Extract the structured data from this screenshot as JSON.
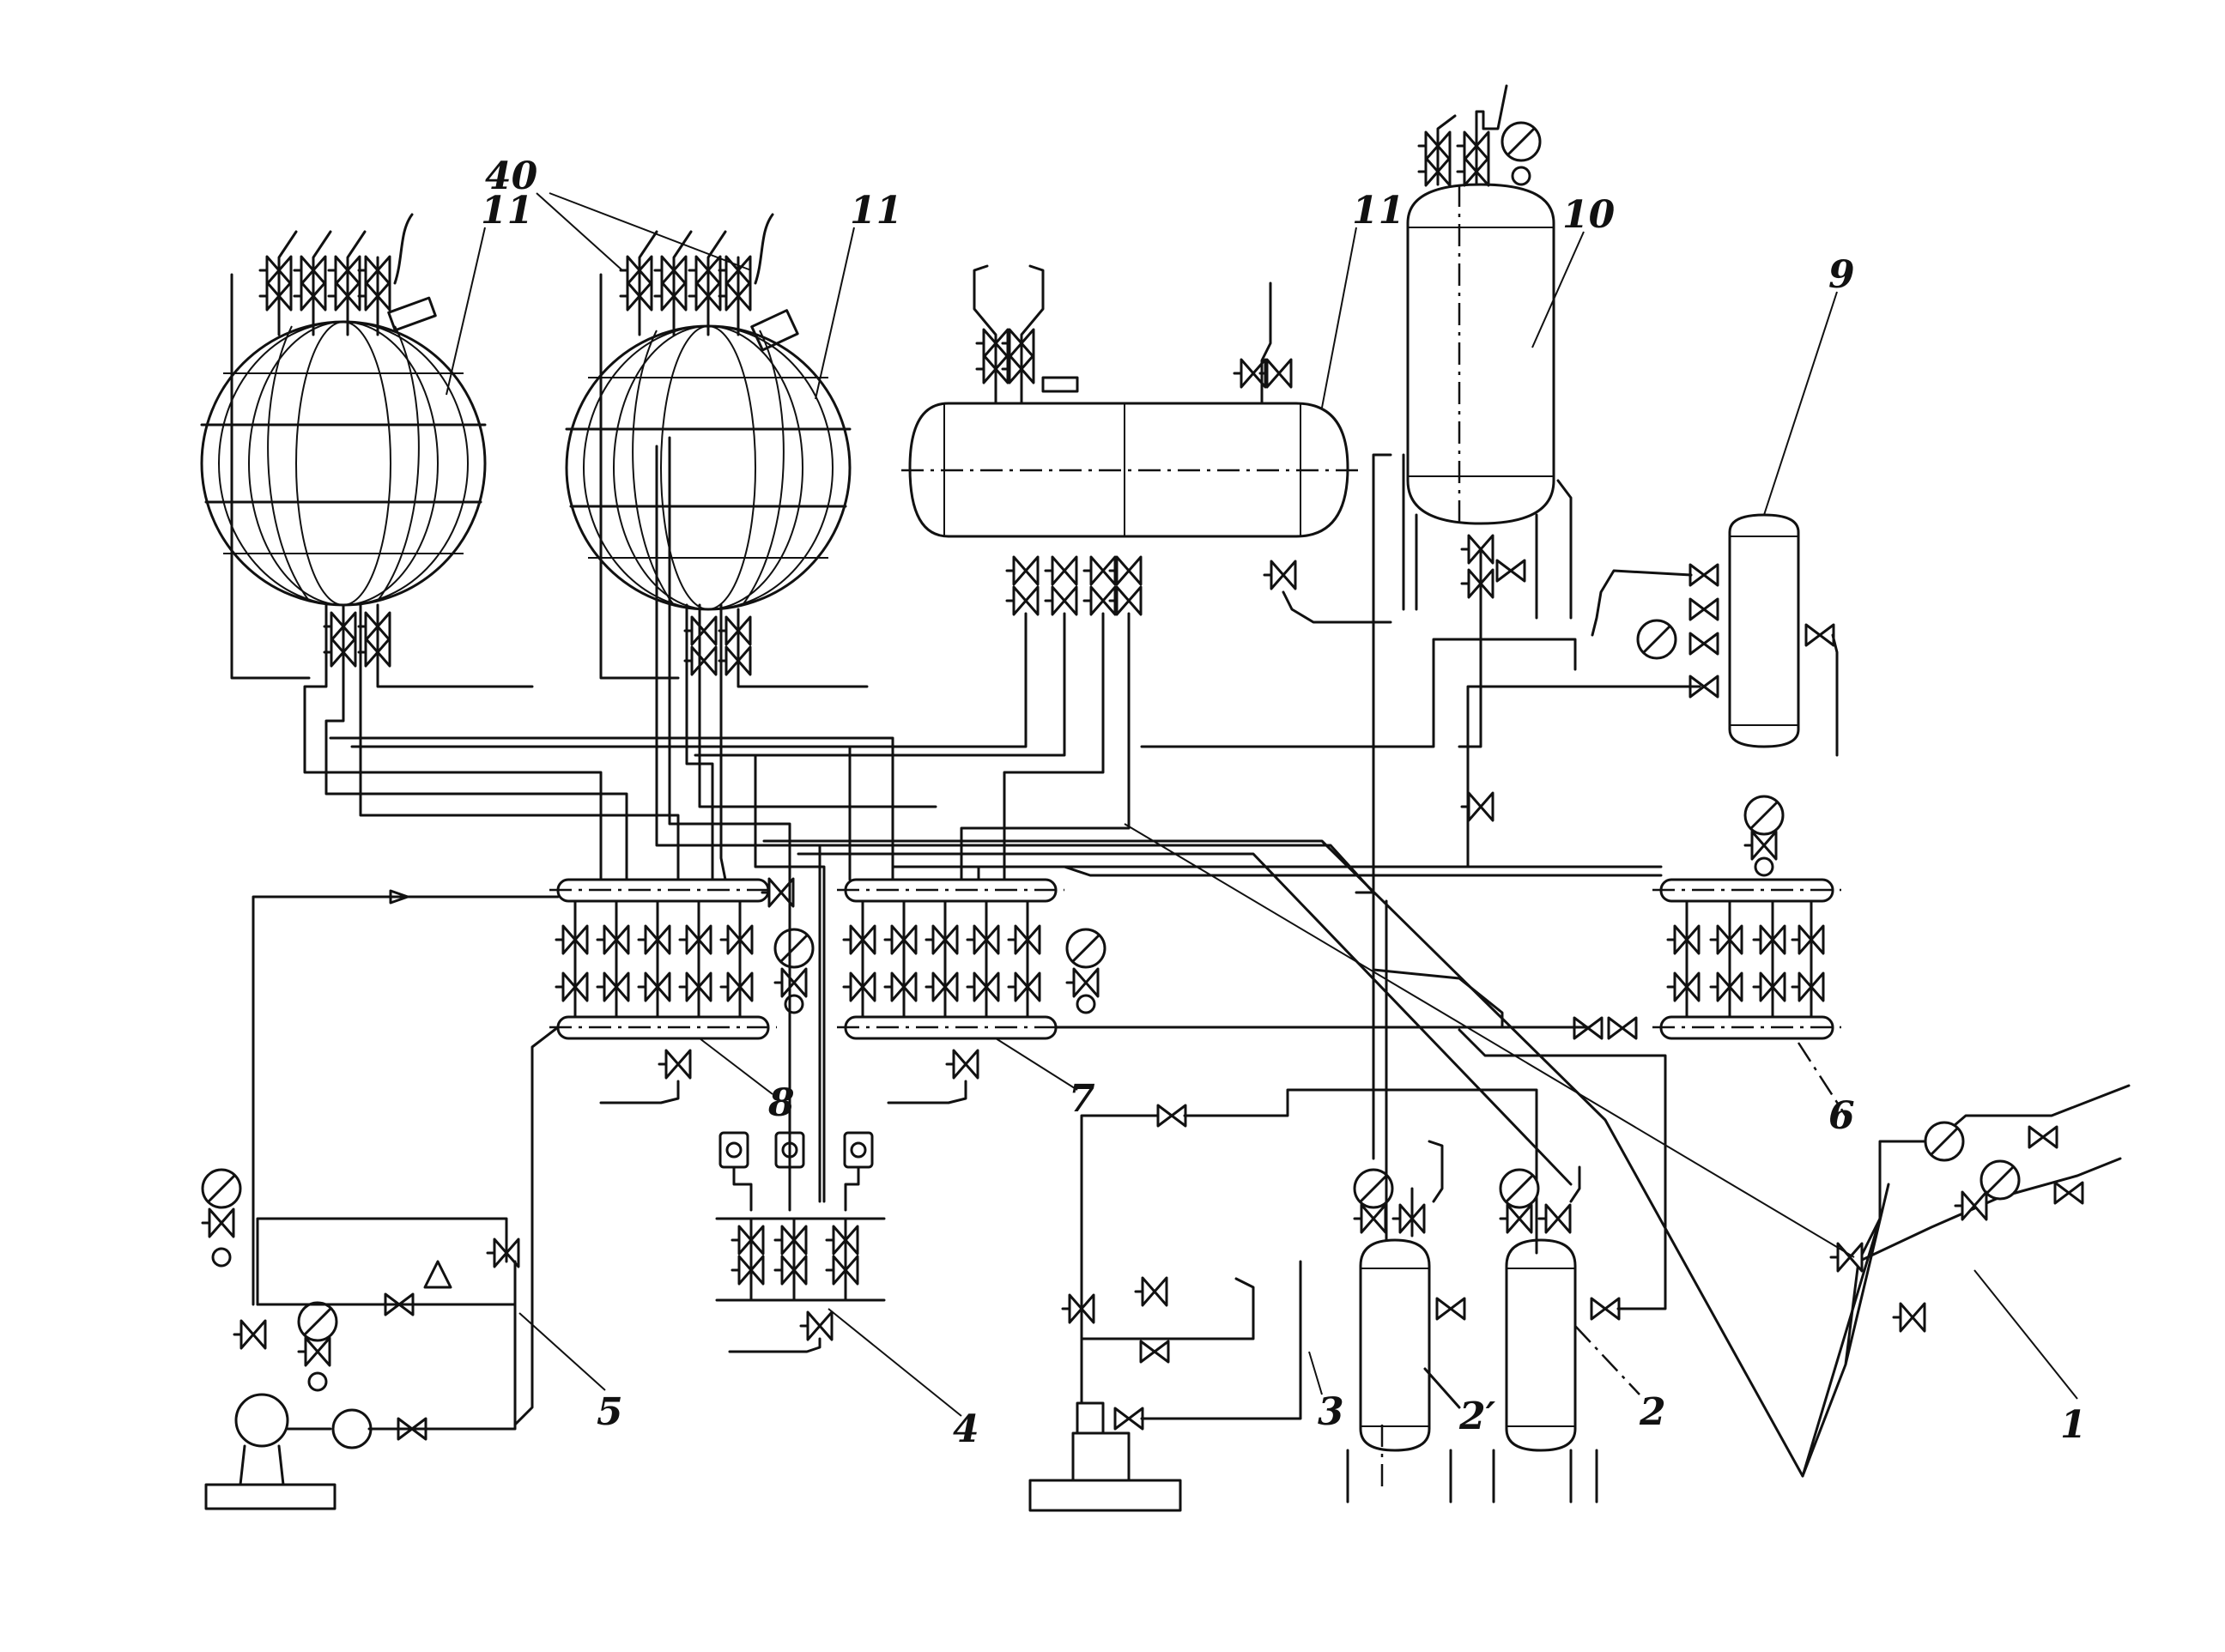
{
  "labels": {
    "l1": "1",
    "l2": "2",
    "l2p": "2′",
    "l3": "3",
    "l4": "4",
    "l5": "5",
    "l6": "6",
    "l7": "7",
    "l8": "8",
    "l9": "9",
    "l10": "10",
    "l11a": "11",
    "l11b": "11",
    "l11c": "11",
    "l40": "40"
  }
}
